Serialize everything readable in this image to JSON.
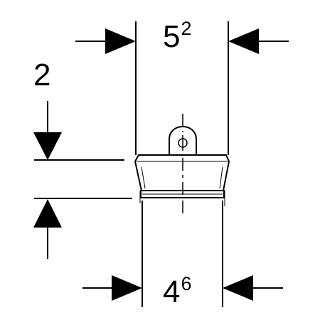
{
  "dimensions": {
    "top_width": {
      "base": "5",
      "superscript": "2"
    },
    "bottom_width": {
      "base": "4",
      "superscript": "6"
    },
    "height": {
      "base": "2"
    }
  },
  "colors": {
    "line": "#000000",
    "background": "#ffffff"
  }
}
